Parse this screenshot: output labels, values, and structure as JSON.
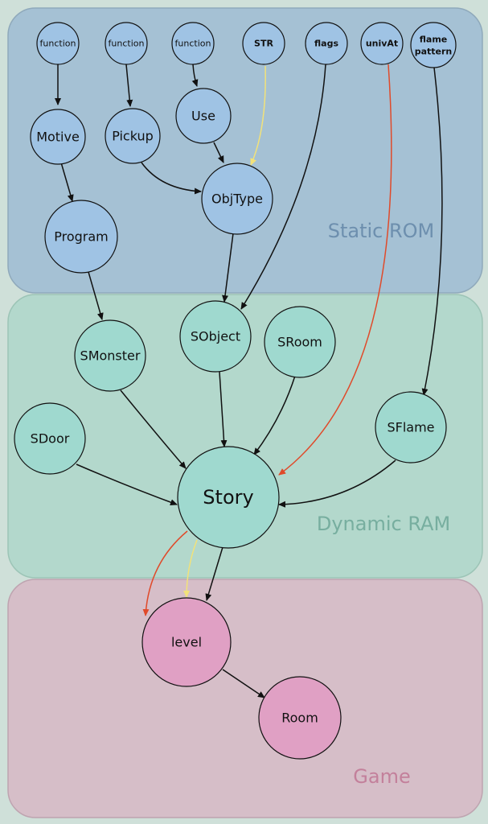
{
  "regions": {
    "static_rom": {
      "label": "Static ROM",
      "fill": "#a5c1d4",
      "stroke": "#8fa9bb",
      "text_color": "#6d8fae"
    },
    "dynamic_ram": {
      "label": "Dynamic RAM",
      "fill": "#b3d8cc",
      "stroke": "#9cc4b6",
      "text_color": "#77ae9f"
    },
    "game": {
      "label": "Game",
      "fill": "#d6bec8",
      "stroke": "#bea4b0",
      "text_color": "#c3809b"
    }
  },
  "node_colors": {
    "rom": "#9fc3e4",
    "ram": "#9fd9cf",
    "game": "#e0a0c4"
  },
  "edge_colors": {
    "normal": "#111111",
    "yellow": "#f2e27a",
    "red": "#e04a2a"
  },
  "nodes": {
    "function1": "function",
    "function2": "function",
    "function3": "function",
    "str": "STR",
    "flags": "flags",
    "univat": "univAt",
    "flame_pattern_line1": "flame",
    "flame_pattern_line2": "pattern",
    "motive": "Motive",
    "pickup": "Pickup",
    "use": "Use",
    "objtype": "ObjType",
    "program": "Program",
    "smonster": "SMonster",
    "sobject": "SObject",
    "sroom": "SRoom",
    "sdoor": "SDoor",
    "sflame": "SFlame",
    "story": "Story",
    "level": "level",
    "room": "Room"
  }
}
